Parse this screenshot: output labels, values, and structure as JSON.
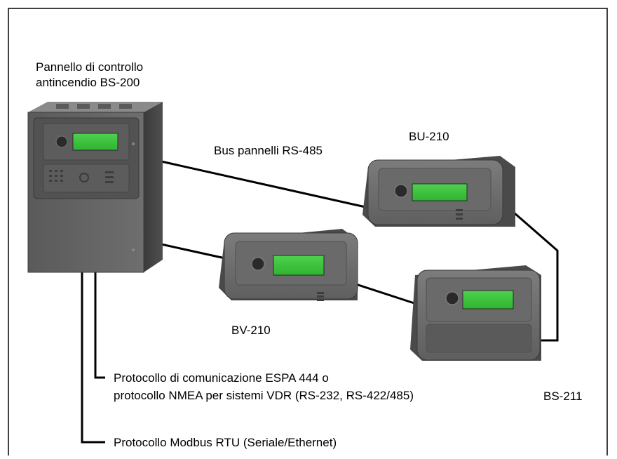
{
  "main_panel": {
    "title_line1": "Pannello di controllo",
    "title_line2": "antincendio BS-200"
  },
  "bus_label": "Bus pannelli RS-485",
  "panels": {
    "bu210": "BU-210",
    "bv210": "BV-210",
    "bs211": "BS-211"
  },
  "protocols": {
    "espa_line1": "Protocollo di comunicazione ESPA 444 o",
    "espa_line2": "protocollo NMEA per sistemi VDR (RS-232, RS-422/485)",
    "modbus": "Protocollo Modbus RTU (Seriale/Ethernet)"
  }
}
